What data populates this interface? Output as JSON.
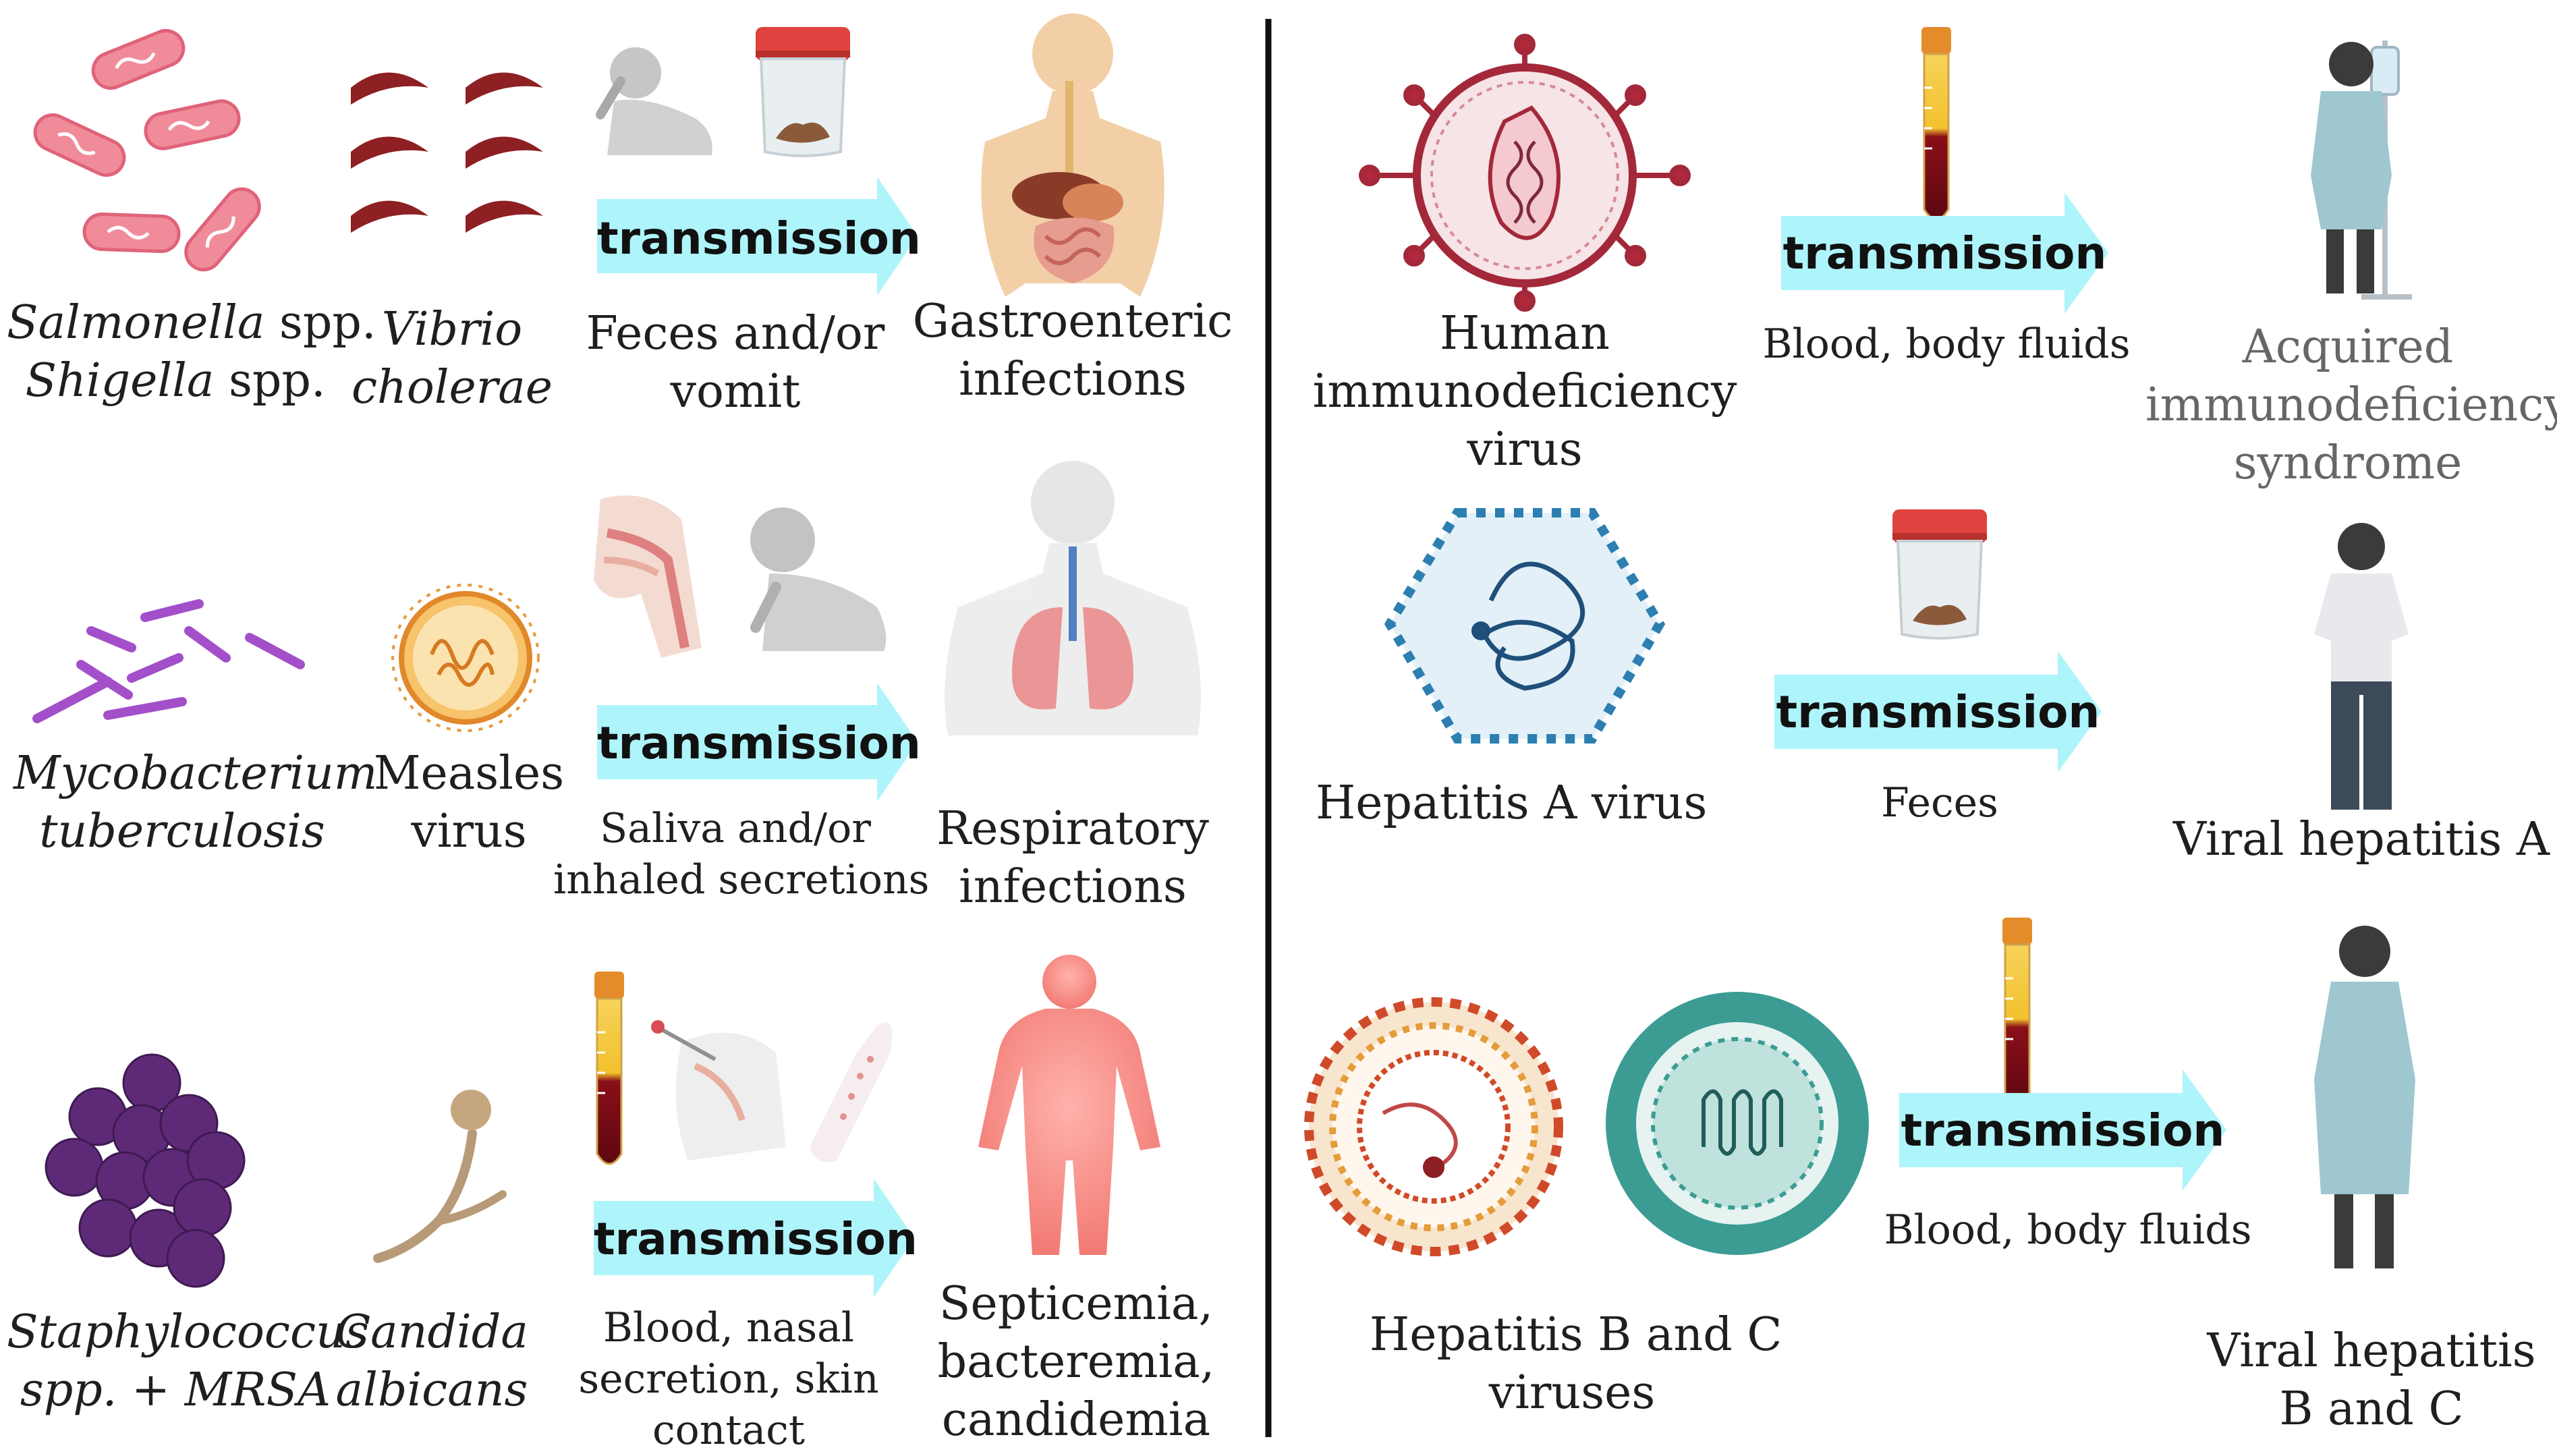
{
  "arrow_label": "transmission",
  "left": {
    "row1": {
      "pathogen_a": [
        "Salmonella",
        " spp.",
        "Shigella",
        " spp."
      ],
      "pathogen_b": [
        "Vibrio",
        "cholerae"
      ],
      "route": [
        "Feces and/or",
        "vomit"
      ],
      "disease": [
        "Gastroenteric",
        "infections"
      ]
    },
    "row2": {
      "pathogen_a": [
        "Mycobacterium",
        "tuberculosis"
      ],
      "pathogen_b": [
        "Measles",
        "virus"
      ],
      "route": [
        "Saliva and/or",
        "inhaled secretions"
      ],
      "disease": [
        "Respiratory",
        "infections"
      ]
    },
    "row3": {
      "pathogen_a": [
        "Staphylococcus",
        "spp. + MRSA"
      ],
      "pathogen_b": [
        "Candida",
        "albicans"
      ],
      "route": [
        "Blood, nasal",
        "secretion, skin",
        "contact"
      ],
      "disease": [
        "Septicemia,",
        "bacteremia,",
        "candidemia"
      ]
    }
  },
  "right": {
    "row1": {
      "pathogen": [
        "Human",
        "immunodeficiency",
        "virus"
      ],
      "route": "Blood, body fluids",
      "disease": [
        "Acquired",
        "immunodeficiency",
        "syndrome"
      ]
    },
    "row2": {
      "pathogen": "Hepatitis A virus",
      "route": "Feces",
      "disease": "Viral hepatitis A"
    },
    "row3": {
      "pathogen": [
        "Hepatitis B and C",
        "viruses"
      ],
      "route": "Blood, body fluids",
      "disease": [
        "Viral hepatitis",
        "B and C"
      ]
    }
  },
  "colors": {
    "arrow": "#aef4fb",
    "divider": "#111111",
    "bacteria_pink": "#f08c9a",
    "vibrio": "#8e1f22",
    "mycobacterium": "#a34fc9",
    "measles": "#f0a640",
    "staph": "#5e2a77",
    "hiv": "#b0283a",
    "hav": "#2c7fb0",
    "hbv_hcv": "#3c9c94"
  },
  "icons": [
    "salmonella-rod-icon",
    "vibrio-comma-icon",
    "mycobacterium-rod-icon",
    "measles-virus-icon",
    "staph-cocci-icon",
    "candida-hypha-icon",
    "hiv-virion-icon",
    "hav-virion-icon",
    "hbv-virion-icon",
    "hcv-virion-icon",
    "stool-container-icon",
    "blood-tube-icon",
    "vomiting-person-icon",
    "digestive-system-icon",
    "respiratory-tract-icon",
    "coughing-person-icon",
    "lungs-body-icon",
    "nasal-swab-icon",
    "skin-arm-icon",
    "body-sepsis-icon",
    "patient-iv-icon",
    "standing-person-icon",
    "patient-gown-icon"
  ]
}
